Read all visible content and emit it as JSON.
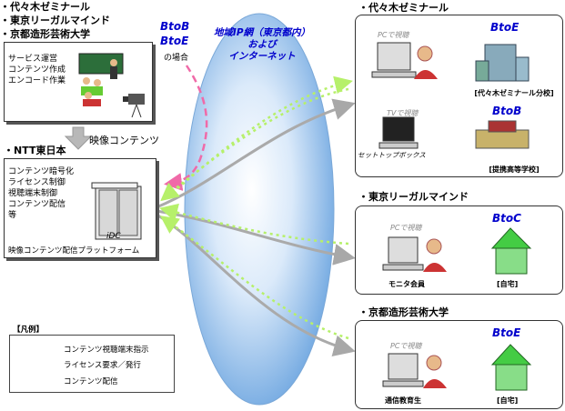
{
  "providers": [
    "・代々木ゼミナール",
    "・東京リーガルマインド",
    "・京都造形芸術大学"
  ],
  "btob_label": "BtoB",
  "btoe_label": "BtoE",
  "btob_case_note": "の場合",
  "provider_box_lines": [
    "サービス運営",
    "コンテンツ作成",
    "エンコード作業"
  ],
  "arrow_content_label": "映像コンテンツ",
  "ntt_title": "・NTT東日本",
  "ntt_box_lines": [
    "コンテンツ暗号化",
    "ライセンス制御",
    "視聴端末制御",
    "コンテンツ配信",
    "等"
  ],
  "idc_label": "iDC",
  "platform_label": "映像コンテンツ配信プラットフォーム",
  "network_lines": [
    "地域IP網（東京都内）",
    "および",
    "インターネット"
  ],
  "yoyogi": {
    "title": "・代々木ゼミナール",
    "pc_label": "PCで視聴",
    "tv_label": "TVで視聴",
    "settop_label": "セットトップボックス",
    "btoe_label": "BtoE",
    "btob_label": "BtoB",
    "branch_label": "[代々木ゼミナール分校]",
    "school_label": "[提携高等学校]"
  },
  "lec": {
    "title": "・東京リーガルマインド",
    "pc_label": "PCで視聴",
    "btoc_label": "BtoC",
    "member_label": "モニタ会員",
    "home_label": "[自宅]"
  },
  "kyoto": {
    "title": "・京都造形芸術大学",
    "pc_label": "PCで視聴",
    "btoe_label": "BtoE",
    "student_label": "通信教育生",
    "home_label": "[自宅]"
  },
  "legend": {
    "title": "【凡例】",
    "items": [
      "コンテンツ視聴端末指示",
      "ライセンス要求／発行",
      "コンテンツ配信"
    ]
  },
  "colors": {
    "pink": "#f06aa8",
    "green": "#b6f06a",
    "gray": "#b0b0b0",
    "ellipse_blue": "#8ab8e8",
    "label_blue": "#0000cc"
  }
}
